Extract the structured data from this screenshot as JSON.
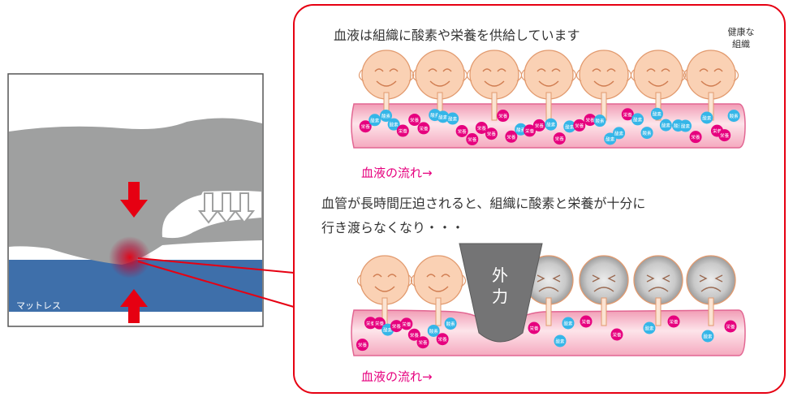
{
  "left_panel": {
    "mattress_label": "マットレス"
  },
  "right_panel": {
    "top_caption": "血液は組織に酸素や栄養を供給しています",
    "healthy_label_line1": "健康な",
    "healthy_label_line2": "組織",
    "flow_label_top": "血液の流れ→",
    "middle_caption_line1": "血管が長時間圧迫されると、組織に酸素と栄養が十分に",
    "middle_caption_line2": "行き渡らなくなり・・・",
    "external_force_line1": "外",
    "external_force_line2": "力",
    "flow_label_bottom": "血液の流れ→",
    "oxygen_label": "酸素",
    "nutrient_label": "栄養"
  },
  "colors": {
    "frame_red": "#e60012",
    "mattress_blue": "#3e6faa",
    "body_gray": "#9fa0a0",
    "cell_peach": "#fad1b4",
    "cell_gray": "#b5b5b6",
    "vessel_pink": "#f7c8d4",
    "oxygen_cyan": "#35b6e8",
    "nutrient_magenta": "#e6007e",
    "pressure_arrow": "#e60012"
  }
}
